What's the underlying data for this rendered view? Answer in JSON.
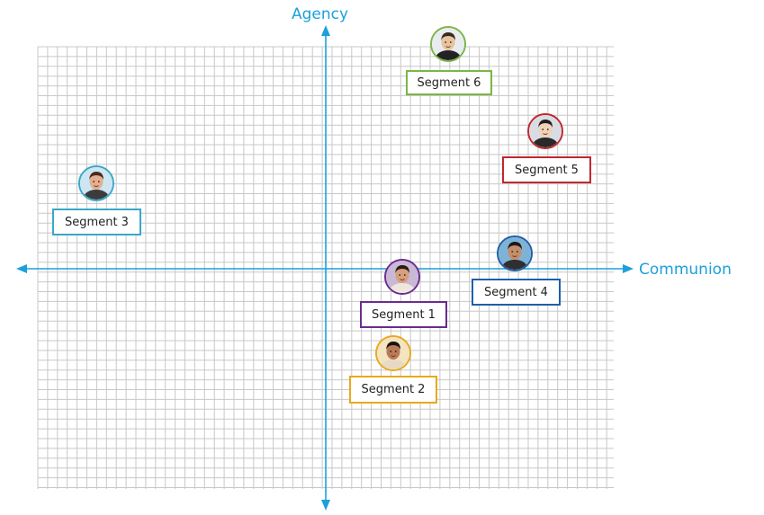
{
  "axes": {
    "y_label": "Agency",
    "x_label": "Communion",
    "color": "#1ca0dc"
  },
  "grid_color": "#c8c8c8",
  "segments": [
    {
      "label": "Segment 6",
      "color": "#7ab648",
      "skin": "#e8c3a0",
      "hair": "#3a2a1e",
      "shirt": "#222222",
      "bg": "#e9ecef"
    },
    {
      "label": "Segment 5",
      "color": "#c0282d",
      "skin": "#f0d2b8",
      "hair": "#1f1f1f",
      "shirt": "#2a2a2a",
      "bg": "#d9dde3"
    },
    {
      "label": "Segment 3",
      "color": "#3aa8c9",
      "skin": "#e2b08e",
      "hair": "#4a2b1d",
      "shirt": "#3c3c3c",
      "bg": "#cde6f2"
    },
    {
      "label": "Segment 4",
      "color": "#1f5fa8",
      "skin": "#c48e6a",
      "hair": "#1a1a1a",
      "shirt": "#2f2f2f",
      "bg": "#7fb3d5"
    },
    {
      "label": "Segment 1",
      "color": "#6a2c8f",
      "skin": "#d6a07c",
      "hair": "#2b1a12",
      "shirt": "#efe7df",
      "bg": "#c9b8d6"
    },
    {
      "label": "Segment 2",
      "color": "#e8a91e",
      "skin": "#b97a55",
      "hair": "#1c120c",
      "shirt": "#e8d9c4",
      "bg": "#f3e4c2"
    }
  ]
}
